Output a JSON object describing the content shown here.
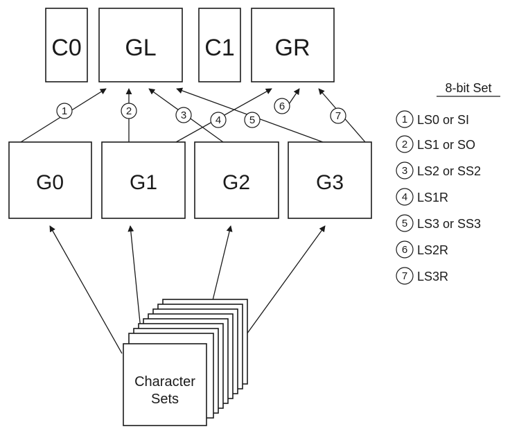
{
  "registers": {
    "c0": "C0",
    "gl": "GL",
    "c1": "C1",
    "gr": "GR",
    "g0": "G0",
    "g1": "G1",
    "g2": "G2",
    "g3": "G3"
  },
  "character_sets": {
    "line1": "Character",
    "line2": "Sets"
  },
  "legend": {
    "title": "8-bit Set",
    "items": [
      {
        "num": "1",
        "label": "LS0 or SI"
      },
      {
        "num": "2",
        "label": "LS1 or SO"
      },
      {
        "num": "3",
        "label": "LS2 or SS2"
      },
      {
        "num": "4",
        "label": "LS1R"
      },
      {
        "num": "5",
        "label": "LS3 or SS3"
      },
      {
        "num": "6",
        "label": "LS2R"
      },
      {
        "num": "7",
        "label": "LS3R"
      }
    ]
  }
}
